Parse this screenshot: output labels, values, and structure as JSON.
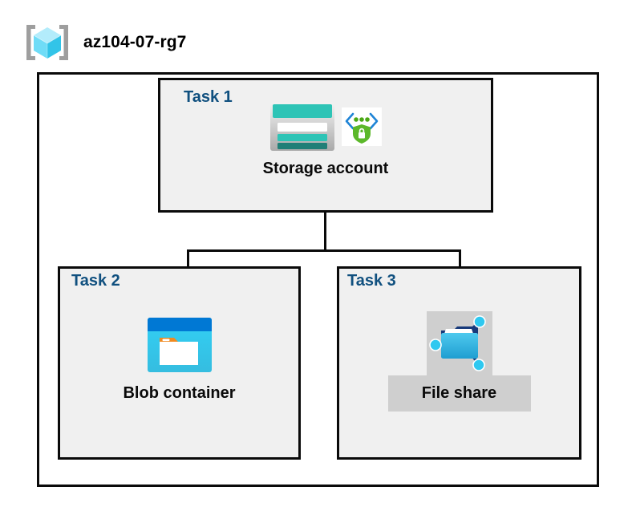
{
  "header": {
    "icon": "resource-group-icon",
    "title": "az104-07-rg7"
  },
  "diagram": {
    "type": "azure-architecture",
    "container_name": "az104-07-rg7",
    "tasks": [
      {
        "id": "task1",
        "label": "Task 1",
        "node_label": "Storage account",
        "icons": [
          "storage-account-icon",
          "encryption-shield-icon"
        ],
        "highlighted": false
      },
      {
        "id": "task2",
        "label": "Task 2",
        "node_label": "Blob container",
        "icons": [
          "blob-container-icon"
        ],
        "highlighted": false
      },
      {
        "id": "task3",
        "label": "Task 3",
        "node_label": "File share",
        "icons": [
          "file-share-icon"
        ],
        "highlighted": true
      }
    ],
    "connections": [
      {
        "from": "Storage account",
        "to": "Blob container"
      },
      {
        "from": "Storage account",
        "to": "File share"
      }
    ]
  },
  "colors": {
    "task_label": "#10507f",
    "node_label": "#0a0a0a",
    "box_border": "#0a0a0a",
    "box_fill": "#f0f0f0",
    "page_background": "#ffffff",
    "highlight_fill": "#cfcfcf",
    "storage_teal": "#2ec4b6",
    "storage_teal_dark": "#2a8f86",
    "blob_blue": "#0078d4",
    "blob_cyan": "#32c8f0",
    "blob_orange": "#f08a20",
    "shield_green": "#5cb82a",
    "fileshare_cyan": "#2ec8f0",
    "rg_cube_cyan": "#7fdcf5",
    "rg_bracket_gray": "#9e9e9e"
  }
}
